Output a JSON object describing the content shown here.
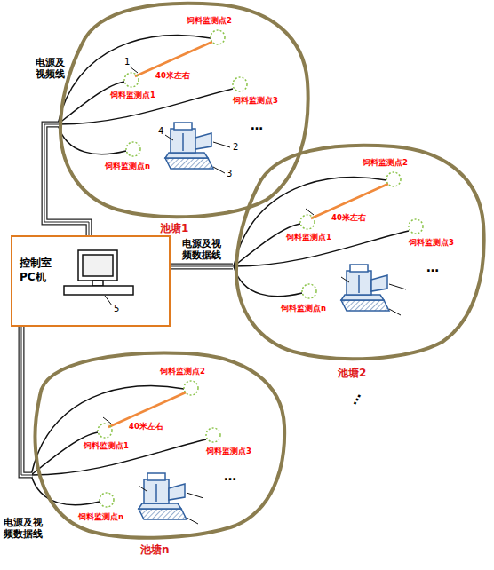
{
  "diagram": {
    "nodes": [
      {
        "text": [
          "池塘1"
        ]
      },
      {
        "text": [
          "控制室 PC机"
        ]
      },
      {
        "text": [
          "池塘2"
        ]
      },
      {
        "text": [
          "池塘n"
        ]
      }
    ],
    "edges": [
      {
        "from": 1,
        "to": 0,
        "arrow": "none"
      },
      {
        "from": 1,
        "to": 2,
        "arrow": "none"
      },
      {
        "from": 1,
        "to": 3,
        "arrow": "none"
      }
    ],
    "labels": [
      "电源及视频线",
      "饲料监测点2",
      "1",
      "40米左右",
      "饲料监测点1",
      "饲料监测点3",
      "…",
      "4",
      "2",
      "3",
      "饲料监测点n",
      "5",
      "电源及视频数据线",
      "饲料监测点2",
      "40米左右",
      "饲料监测点1",
      "饲料监测点3",
      "…",
      "饲料监测点n",
      "…",
      "饲料监测点2",
      "40米左右",
      "饲料监测点1",
      "饲料监测点3",
      "…",
      "饲料监测点n",
      "电源及视频数据线"
    ]
  }
}
